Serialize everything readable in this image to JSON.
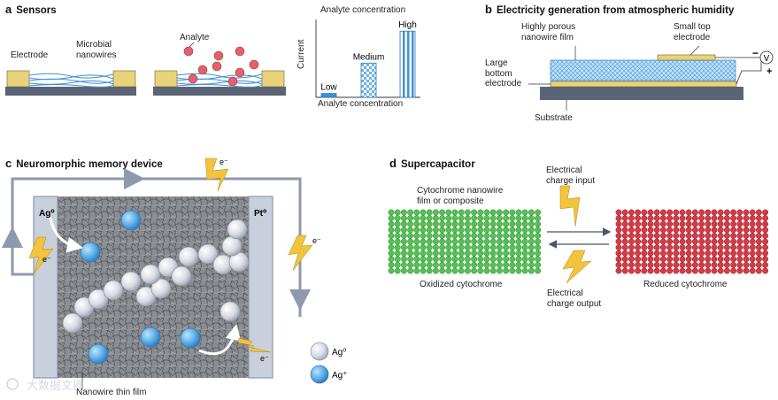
{
  "panels": {
    "a": {
      "letter": "a",
      "title": "Sensors",
      "electrode": "Electrode",
      "nanowires": "Microbial\nnanowires",
      "analyte": "Analyte",
      "bars": {
        "top_label": "Analyte concentration",
        "xlabel": "Analyte concentration",
        "ylabel": "Current",
        "low": "Low",
        "medium": "Medium",
        "high": "High"
      }
    },
    "b": {
      "letter": "b",
      "title": "Electricity generation from atmospheric humidity",
      "film": "Highly porous\nnanowire film",
      "top_electrode": "Small top\nelectrode",
      "bottom_electrode": "Large\nbottom\nelectrode",
      "substrate": "Substrate",
      "minus": "−",
      "plus": "+",
      "meter": "V"
    },
    "c": {
      "letter": "c",
      "title": "Neuromorphic memory device",
      "left_electrode": "Ag⁰",
      "right_electrode": "Pt⁰",
      "electron": "e⁻",
      "film": "Nanowire thin film",
      "legend_ag0": "Ag⁰",
      "legend_agplus": "Ag⁺"
    },
    "d": {
      "letter": "d",
      "title": "Supercapacitor",
      "film": "Cytochrome nanowire\nfilm or composite",
      "charge_in": "Electrical\ncharge input",
      "charge_out": "Electrical\ncharge output",
      "oxidized": "Oxidized cytochrome",
      "reduced": "Reduced cytochrome"
    }
  },
  "watermark": "大数据文摘",
  "chart_data": {
    "type": "bar",
    "categories": [
      "Low",
      "Medium",
      "High"
    ],
    "values": [
      5,
      44,
      85
    ],
    "xlabel": "Analyte concentration",
    "ylabel": "Current",
    "ylim": [
      0,
      100
    ]
  },
  "colors": {
    "electrode_gold": "#e8d27a",
    "substrate": "#5b6377",
    "nanowire": "#3f8fd6",
    "analyte": "#e0626a",
    "ag0": "#dfe3ec",
    "agplus": "#5aaee6",
    "green": "#54c154",
    "red": "#d83a45",
    "bolt": "#f2c33c",
    "frame": "#8e99ae"
  }
}
